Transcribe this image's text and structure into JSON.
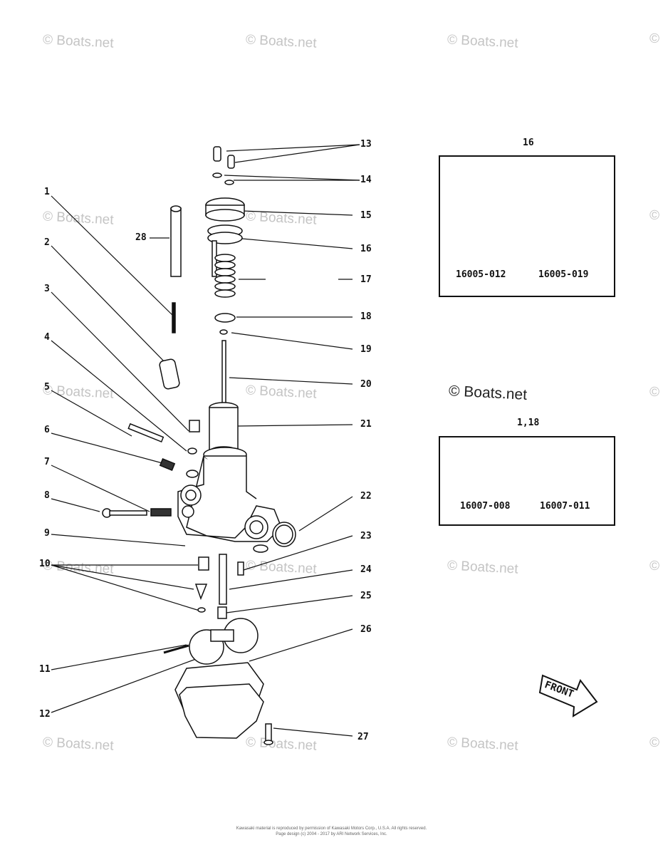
{
  "watermarks": {
    "text": "© Boats.net",
    "center_text": "© Boats.net"
  },
  "callouts": {
    "c1": "1",
    "c2": "2",
    "c3": "3",
    "c4": "4",
    "c5": "5",
    "c6": "6",
    "c7": "7",
    "c8": "8",
    "c9": "9",
    "c10": "10",
    "c11": "11",
    "c12": "12",
    "c13": "13",
    "c14": "14",
    "c15": "15",
    "c16": "16",
    "c17": "17",
    "c18": "18",
    "c19": "19",
    "c20": "20",
    "c21": "21",
    "c22": "22",
    "c23": "23",
    "c24": "24",
    "c25": "25",
    "c26": "26",
    "c27": "27",
    "c28": "28"
  },
  "inset_top": {
    "title": "16",
    "part_a": "16005-012",
    "part_b": "16005-019"
  },
  "inset_bottom": {
    "title": "1,18",
    "part_a": "16007-008",
    "part_b": "16007-011"
  },
  "front_label": "FRONT",
  "footer": {
    "line1": "Kawasaki material is reproduced by permission of Kawasaki Motors Corp., U.S.A. All rights reserved.",
    "line2": "Page design (c) 2004 - 2017 by ARI Network Services, Inc."
  }
}
